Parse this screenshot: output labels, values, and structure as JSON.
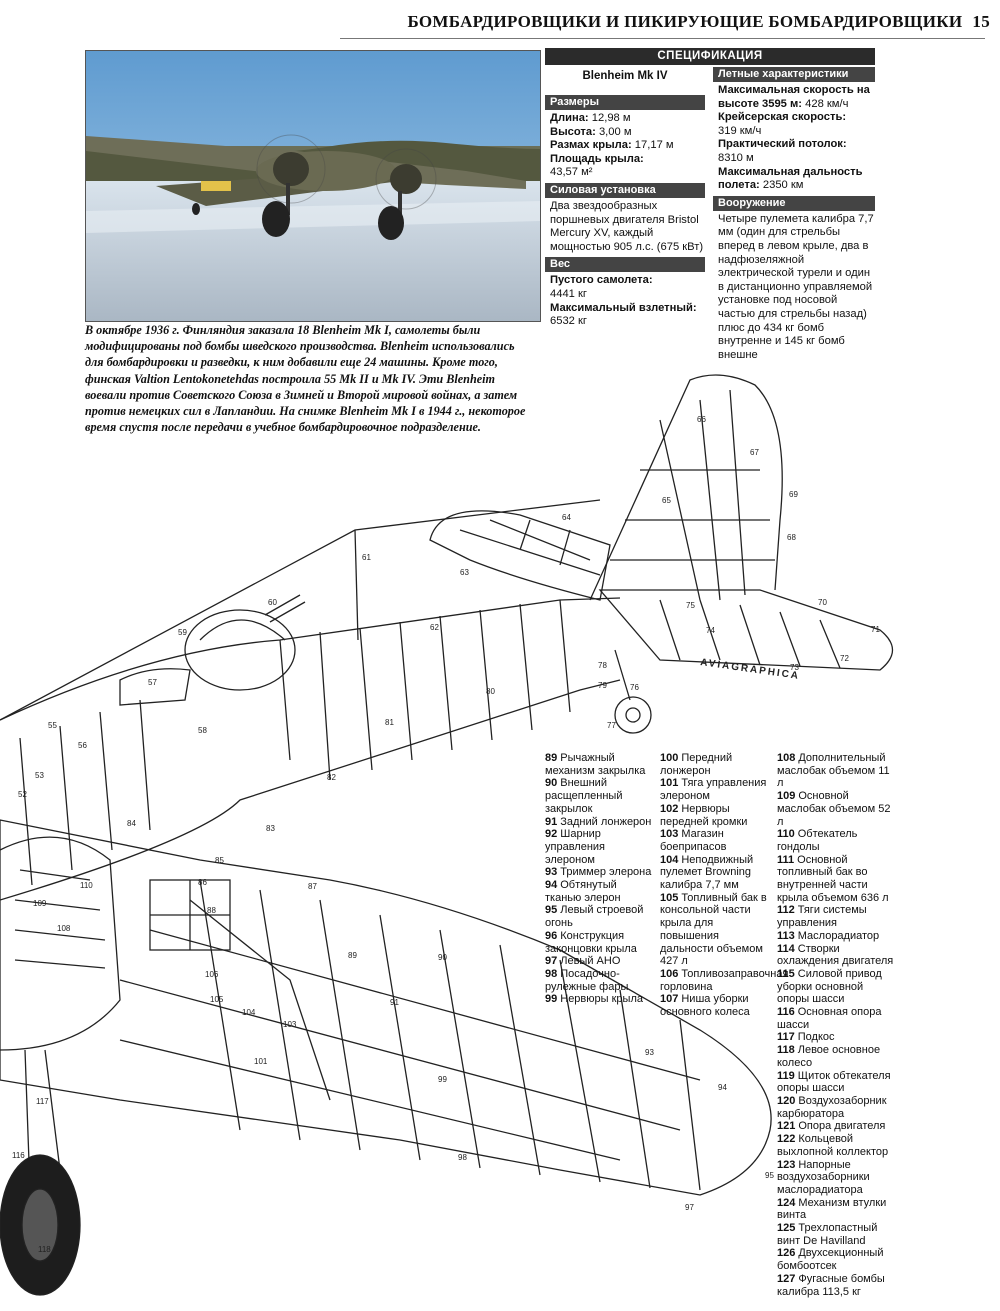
{
  "header": {
    "title": "БОМБАРДИРОВЩИКИ И ПИКИРУЮЩИЕ БОМБАРДИРОВЩИКИ",
    "page_number": "15"
  },
  "caption": "В октябре 1936 г. Финляндия заказала 18 Blenheim Mk I, самолеты были модифицированы под бомбы шведского производства. Blenheim использовались для бомбардировки и разведки, к ним добавили еще 24 машины. Кроме того, финская Valtion Lentokonetehdas построила 55 Mk II и Mk IV. Эти Blenheim воевали против Советского Союза в Зимней и Второй мировой войнах, а затем против немецких сил в Лапландии. На снимке Blenheim Mk I в 1944 г., некоторое время спустя после передачи в учебное бомбардировочное подразделение.",
  "spec": {
    "heading": "СПЕЦИФИКАЦИЯ",
    "model": "Blenheim Mk IV",
    "dimensions": {
      "title": "Размеры",
      "length_label": "Длина:",
      "length_value": " 12,98 м",
      "height_label": "Высота:",
      "height_value": " 3,00 м",
      "span_label": "Размах крыла:",
      "span_value": " 17,17 м",
      "area_label": "Площадь крыла:",
      "area_value": "43,57 м²"
    },
    "powerplant": {
      "title": "Силовая установка",
      "text": "Два звездообразных поршневых двигателя Bristol Mercury XV, каждый мощностью 905 л.с. (675 кВт)"
    },
    "weight": {
      "title": "Вес",
      "empty_label": "Пустого самолета:",
      "empty_value": "4441 кг",
      "max_label": "Максимальный взлетный:",
      "max_value": "6532 кг"
    },
    "performance": {
      "title": "Летные характеристики",
      "maxspeed_label": "Максимальная скорость на высоте 3595 м:",
      "maxspeed_value": " 428 км/ч",
      "cruise_label": "Крейсерская скорость:",
      "cruise_value": "319 км/ч",
      "ceiling_label": "Практический потолок:",
      "ceiling_value": "8310 м",
      "range_label": "Максимальная дальность полета:",
      "range_value": " 2350 км"
    },
    "armament": {
      "title": "Вооружение",
      "text": "Четыре пулемета калибра 7,7 мм (один для стрельбы вперед в левом крыле, два в надфюзеляжной электрической турели и один в дистанционно управляемой установке под носовой частью для стрельбы назад) плюс до 434 кг бомб внутренне и 145 кг бомб внешне"
    }
  },
  "labels_col1": [
    {
      "n": "89",
      "t": "Рычажный механизм закрылка"
    },
    {
      "n": "90",
      "t": "Внешний расщепленный закрылок"
    },
    {
      "n": "91",
      "t": "Задний лонжерон"
    },
    {
      "n": "92",
      "t": "Шарнир управления элероном"
    },
    {
      "n": "93",
      "t": "Триммер элерона"
    },
    {
      "n": "94",
      "t": "Обтянутый тканью элерон"
    },
    {
      "n": "95",
      "t": "Левый строевой огонь"
    },
    {
      "n": "96",
      "t": "Конструкция законцовки крыла"
    },
    {
      "n": "97",
      "t": "Левый АНО"
    },
    {
      "n": "98",
      "t": "Посадочно-рулежные фары"
    },
    {
      "n": "99",
      "t": "Нервюры крыла"
    }
  ],
  "labels_col2": [
    {
      "n": "100",
      "t": "Передний лонжерон"
    },
    {
      "n": "101",
      "t": "Тяга управления элероном"
    },
    {
      "n": "102",
      "t": "Нервюры передней кромки"
    },
    {
      "n": "103",
      "t": "Магазин боеприпасов"
    },
    {
      "n": "104",
      "t": "Неподвижный пулемет Browning калибра 7,7 мм"
    },
    {
      "n": "105",
      "t": "Топливный бак в консольной части крыла для повышения дальности объемом 427 л"
    },
    {
      "n": "106",
      "t": "Топливозаправочная горловина"
    },
    {
      "n": "107",
      "t": "Ниша уборки основного колеса"
    }
  ],
  "labels_col3": [
    {
      "n": "108",
      "t": "Дополнительный маслобак объемом 11 л"
    },
    {
      "n": "109",
      "t": "Основной маслобак объемом 52 л"
    },
    {
      "n": "110",
      "t": "Обтекатель гондолы"
    },
    {
      "n": "111",
      "t": "Основной топливный бак во внутренней части крыла объемом 636 л"
    },
    {
      "n": "112",
      "t": "Тяги системы управления"
    },
    {
      "n": "113",
      "t": "Маслорадиатор"
    },
    {
      "n": "114",
      "t": "Створки охлаждения двигателя"
    },
    {
      "n": "115",
      "t": "Силовой привод уборки основной опоры шасси"
    },
    {
      "n": "116",
      "t": "Основная опора шасси"
    },
    {
      "n": "117",
      "t": "Подкос"
    },
    {
      "n": "118",
      "t": "Левое основное колесо"
    },
    {
      "n": "119",
      "t": "Щиток обтекателя опоры шасси"
    },
    {
      "n": "120",
      "t": "Воздухозаборник карбюратора"
    },
    {
      "n": "121",
      "t": "Опора двигателя"
    },
    {
      "n": "122",
      "t": "Кольцевой выхлопной коллектор"
    },
    {
      "n": "123",
      "t": "Напорные воздухозаборники маслорадиатора"
    },
    {
      "n": "124",
      "t": "Механизм втулки винта"
    },
    {
      "n": "125",
      "t": "Трехлопастный винт De Havilland"
    },
    {
      "n": "126",
      "t": "Двухсекционный бомбоотсек"
    },
    {
      "n": "127",
      "t": "Фугасные бомбы калибра 113,5 кг"
    }
  ],
  "drawing_callouts": [
    "52",
    "53",
    "55",
    "56",
    "57",
    "58",
    "59",
    "60",
    "61",
    "62",
    "63",
    "64",
    "65",
    "66",
    "67",
    "68",
    "69",
    "70",
    "71",
    "72",
    "73",
    "74",
    "75",
    "76",
    "77",
    "78",
    "79",
    "80",
    "81",
    "82",
    "83",
    "84",
    "85",
    "86",
    "87",
    "88",
    "89",
    "90",
    "91",
    "93",
    "94",
    "95",
    "97",
    "98",
    "99",
    "101",
    "103",
    "104",
    "105",
    "106",
    "108",
    "109",
    "110",
    "116",
    "117",
    "118"
  ],
  "credit": "AVIAGRAPHICA"
}
